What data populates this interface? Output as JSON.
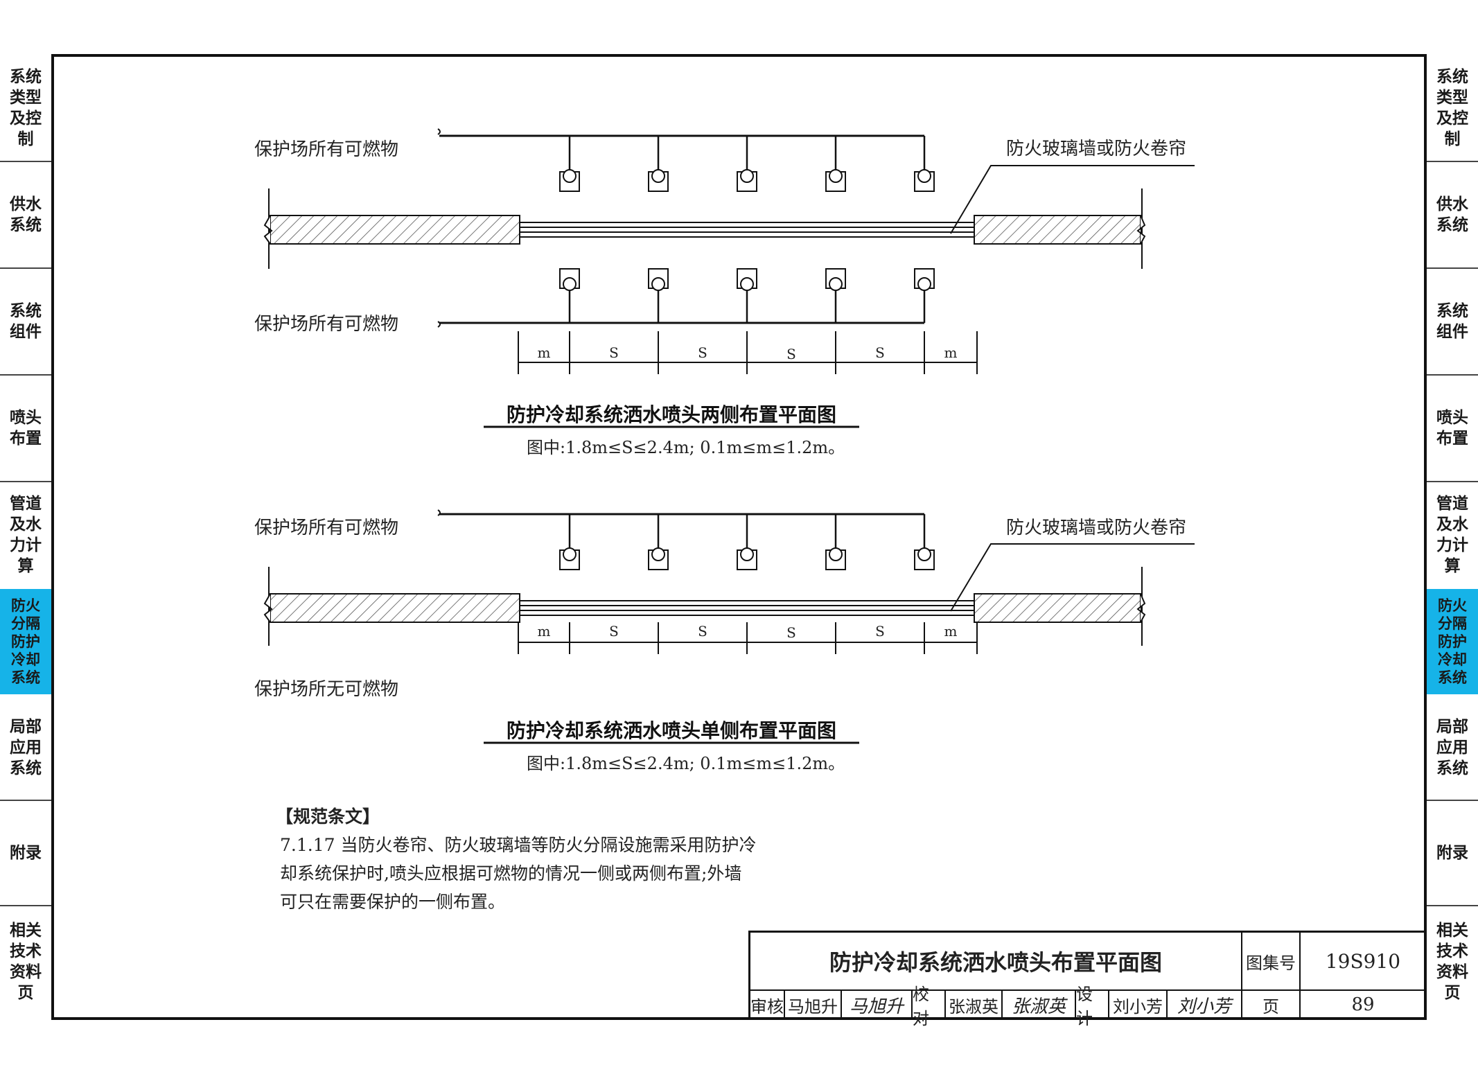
{
  "side_tabs": [
    {
      "label": "系统类型及控制",
      "active": false
    },
    {
      "label": "供水系统",
      "active": false
    },
    {
      "label": "系统组件",
      "active": false
    },
    {
      "label": "喷头布置",
      "active": false
    },
    {
      "label": "管道及水力计算",
      "active": false
    },
    {
      "label": "防火分隔防护冷却系统",
      "active": true
    },
    {
      "label": "局部应用系统",
      "active": false
    },
    {
      "label": "附录",
      "active": false
    },
    {
      "label": "相关技术资料页",
      "active": false
    }
  ],
  "colors": {
    "active_tab": "#16b3e8",
    "hatch": "#555555",
    "line": "#111111"
  },
  "diagram1": {
    "label_top": "保护场所有可燃物",
    "label_bottom": "保护场所有可燃物",
    "label_wall": "防火玻璃墙或防火卷帘",
    "dims": [
      "m",
      "S",
      "S",
      "S",
      "S",
      "m"
    ],
    "title": "防护冷却系统洒水喷头两侧布置平面图",
    "note": "图中:1.8m≤S≤2.4m;  0.1m≤m≤1.2m。"
  },
  "diagram2": {
    "label_top": "保护场所有可燃物",
    "label_bottom": "保护场所无可燃物",
    "label_wall": "防火玻璃墙或防火卷帘",
    "dims": [
      "m",
      "S",
      "S",
      "S",
      "S",
      "m"
    ],
    "title": "防护冷却系统洒水喷头单侧布置平面图",
    "note": "图中:1.8m≤S≤2.4m;  0.1m≤m≤1.2m。"
  },
  "clause": {
    "heading": "【规范条文】",
    "lines": [
      "7.1.17 当防火卷帘、防火玻璃墙等防火分隔设施需采用防护冷",
      "却系统保护时,喷头应根据可燃物的情况一侧或两侧布置;外墙",
      "可只在需要保护的一侧布置。"
    ]
  },
  "title_block": {
    "drawing_title": "防护冷却系统洒水喷头布置平面图",
    "atlas_label": "图集号",
    "atlas_no": "19S910",
    "page_label": "页",
    "page_no": "89",
    "review_label": "审核",
    "review_name": "马旭升",
    "review_sig": "马旭升",
    "check_label": "校对",
    "check_name": "张淑英",
    "check_sig": "张淑英",
    "design_label": "设计",
    "design_name": "刘小芳",
    "design_sig": "刘小芳"
  }
}
